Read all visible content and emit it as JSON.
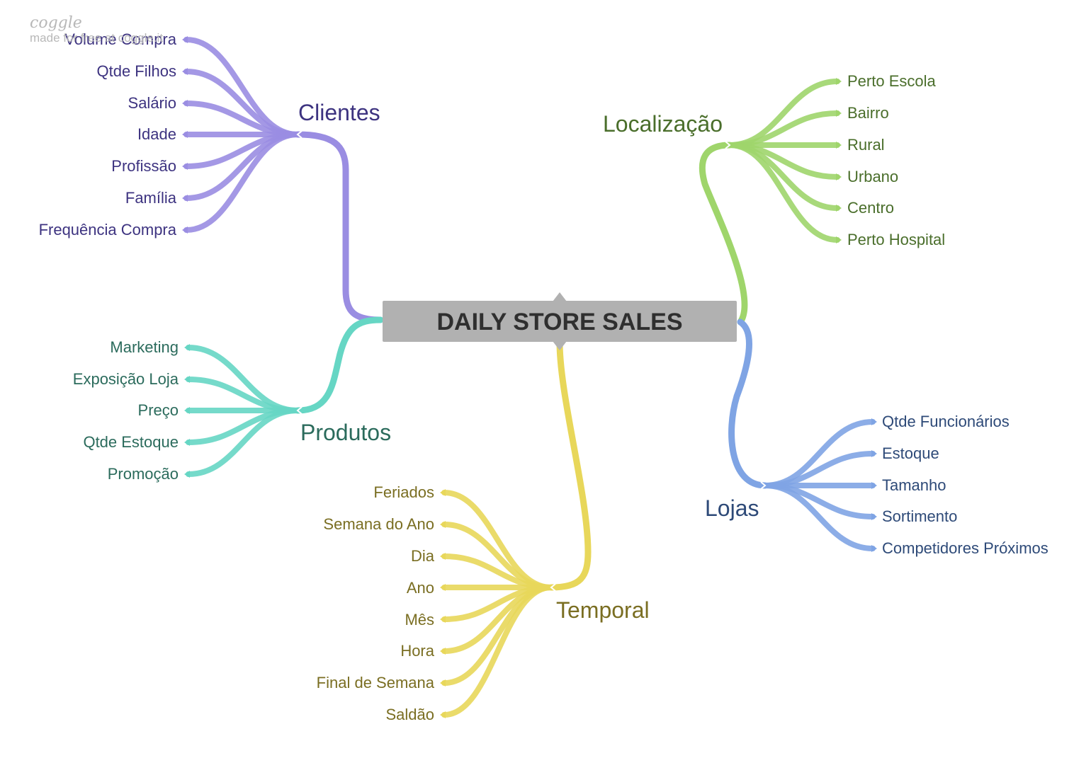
{
  "watermark": {
    "logo": "coggle",
    "tagline": "made for free at coggle.it"
  },
  "root": {
    "label": "DAILY STORE SALES",
    "fill": "#b1b1b1",
    "text_color": "#2f2f2f"
  },
  "branches": [
    {
      "label": "Clientes",
      "color": "#9a8de2",
      "text_color": "#3d3380",
      "items": [
        "Volume Compra",
        "Qtde Filhos",
        "Salário",
        "Idade",
        "Profissão",
        "Família",
        "Frequência Compra"
      ]
    },
    {
      "label": "Produtos",
      "color": "#66d6c4",
      "text_color": "#2b6b5c",
      "items": [
        "Marketing",
        "Exposição Loja",
        "Preço",
        "Qtde Estoque",
        "Promoção"
      ]
    },
    {
      "label": "Temporal",
      "color": "#e8d75a",
      "text_color": "#7a6e22",
      "items": [
        "Feriados",
        "Semana do Ano",
        "Dia",
        "Ano",
        "Mês",
        "Hora",
        "Final de Semana",
        "Saldão"
      ]
    },
    {
      "label": "Localização",
      "color": "#9fd56b",
      "text_color": "#4a6e2b",
      "items": [
        "Perto Escola",
        "Bairro",
        "Rural",
        "Urbano",
        "Centro",
        "Perto Hospital"
      ]
    },
    {
      "label": "Lojas",
      "color": "#7fa4e4",
      "text_color": "#2e4a78",
      "items": [
        "Qtde Funcionários",
        "Estoque",
        "Tamanho",
        "Sortimento",
        "Competidores Próximos"
      ]
    }
  ]
}
